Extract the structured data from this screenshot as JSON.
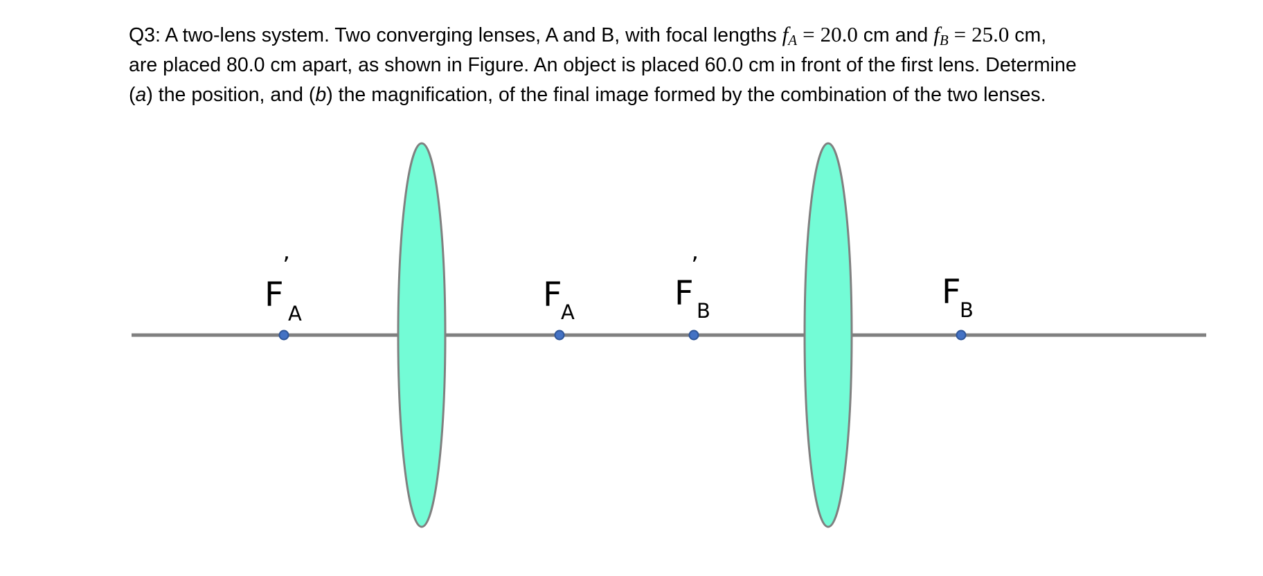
{
  "question": {
    "label": "Q3:",
    "line1_pre": "A two-lens system. Two converging lenses, A and B, with focal lengths",
    "fA_symbol": "f",
    "fA_sub": "A",
    "equals": "=",
    "fA_value": "20.0",
    "unit_cm": "cm",
    "and": "and",
    "fB_symbol": "f",
    "fB_sub": "B",
    "fB_value": "25.0",
    "line1_end": "cm,",
    "line2": "are placed 80.0 cm apart, as shown in Figure. An object is placed 60.0 cm in front of the first lens. Determine",
    "line3_a": "a",
    "line3_mid": "the position, and",
    "line3_b": "b",
    "line3_end": "the magnification, of the final image formed by the combination of the two lenses."
  },
  "diagram": {
    "focal_points": [
      {
        "symbol": "F",
        "subscript": "A",
        "prime": "’"
      },
      {
        "symbol": "F",
        "subscript": "A",
        "prime": ""
      },
      {
        "symbol": "F",
        "subscript": "B",
        "prime": "’"
      },
      {
        "symbol": "F",
        "subscript": "B",
        "prime": ""
      }
    ],
    "colors": {
      "lens_fill": "#73fcd6",
      "lens_stroke": "#808080",
      "axis": "#808080",
      "point_fill": "#4472c4",
      "point_stroke": "#2f5597"
    }
  }
}
